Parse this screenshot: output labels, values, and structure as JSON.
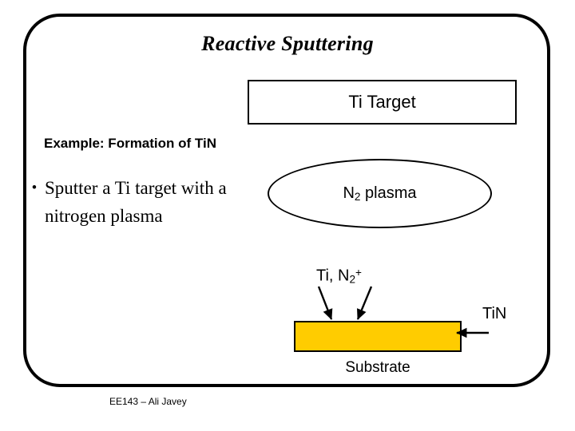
{
  "slide": {
    "title": "Reactive Sputtering",
    "footer": "EE143 – Ali Javey",
    "frame_color": "#000000",
    "background": "#ffffff"
  },
  "target_box": {
    "label": "Ti Target",
    "fill": "#ffffff",
    "stroke": "#000000"
  },
  "heading": {
    "text": "Example: Formation of TiN"
  },
  "bullets": [
    {
      "marker": "•",
      "text": "Sputter a Ti target with a nitrogen plasma"
    }
  ],
  "plasma_ellipse": {
    "label_main": "N",
    "label_sub": "2",
    "label_rest": " plasma",
    "fill": "#ffffff",
    "stroke": "#000000"
  },
  "species": {
    "text_a": "Ti, N",
    "sub": "2",
    "sup": "+"
  },
  "substrate": {
    "caption": "Substrate",
    "fill": "#FFCC00",
    "stroke": "#000000"
  },
  "film": {
    "label": "TiN"
  },
  "arrows": {
    "incoming_left": "incoming-species-arrow-left",
    "incoming_right": "incoming-species-arrow-right",
    "film_pointer": "tin-film-pointer-arrow"
  }
}
